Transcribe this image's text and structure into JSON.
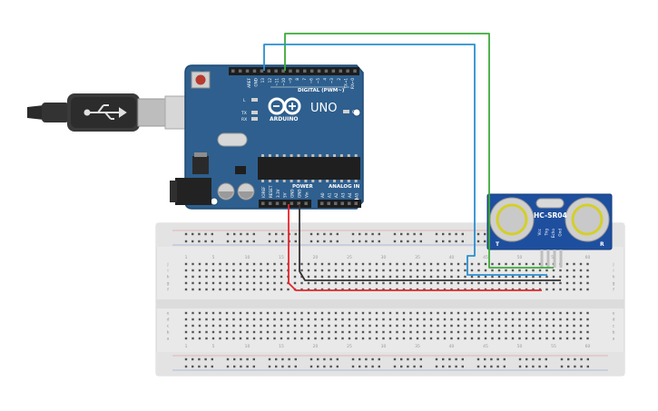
{
  "arduino": {
    "brand": "ARDUINO",
    "model": "UNO",
    "digital_label": "DIGITAL (PWM~)",
    "power_label": "POWER",
    "analog_label": "ANALOG IN",
    "on_label": "ON",
    "l_label": "L",
    "tx_label": "TX",
    "rx_label": "RX",
    "digital_pins": [
      "AREF",
      "GND",
      "13",
      "12",
      "~11",
      "~10",
      "~9",
      "8",
      "7",
      "~6",
      "~5",
      "4",
      "~3",
      "2",
      "TX→1",
      "RX←0"
    ],
    "power_pins": [
      "IOREF",
      "RESET",
      "3.3V",
      "5V",
      "GND",
      "GND",
      "Vin"
    ],
    "analog_pins": [
      "A0",
      "A1",
      "A2",
      "A3",
      "A4",
      "A5"
    ]
  },
  "sensor": {
    "model": "HC-SR04",
    "pins": [
      "Vcc",
      "Trig",
      "Echo",
      "Gnd"
    ],
    "corner_left": "T",
    "corner_right": "R"
  },
  "breadboard": {
    "column_numbers": [
      "1",
      "5",
      "10",
      "15",
      "20",
      "25",
      "30",
      "35",
      "40",
      "45",
      "50",
      "55",
      "60"
    ],
    "row_letters_top": [
      "j",
      "i",
      "h",
      "g",
      "f"
    ],
    "row_letters_bottom": [
      "e",
      "d",
      "c",
      "b",
      "a"
    ]
  },
  "colors": {
    "board": "#2e5f8e",
    "board_edge": "#1f4a73",
    "breadboard": "#e8e8e8",
    "wire_red": "#e8232a",
    "wire_black": "#333333",
    "wire_blue": "#2a8fd0",
    "wire_green": "#3daa3a",
    "rail_red": "#e05050",
    "rail_blue": "#3060c0"
  }
}
